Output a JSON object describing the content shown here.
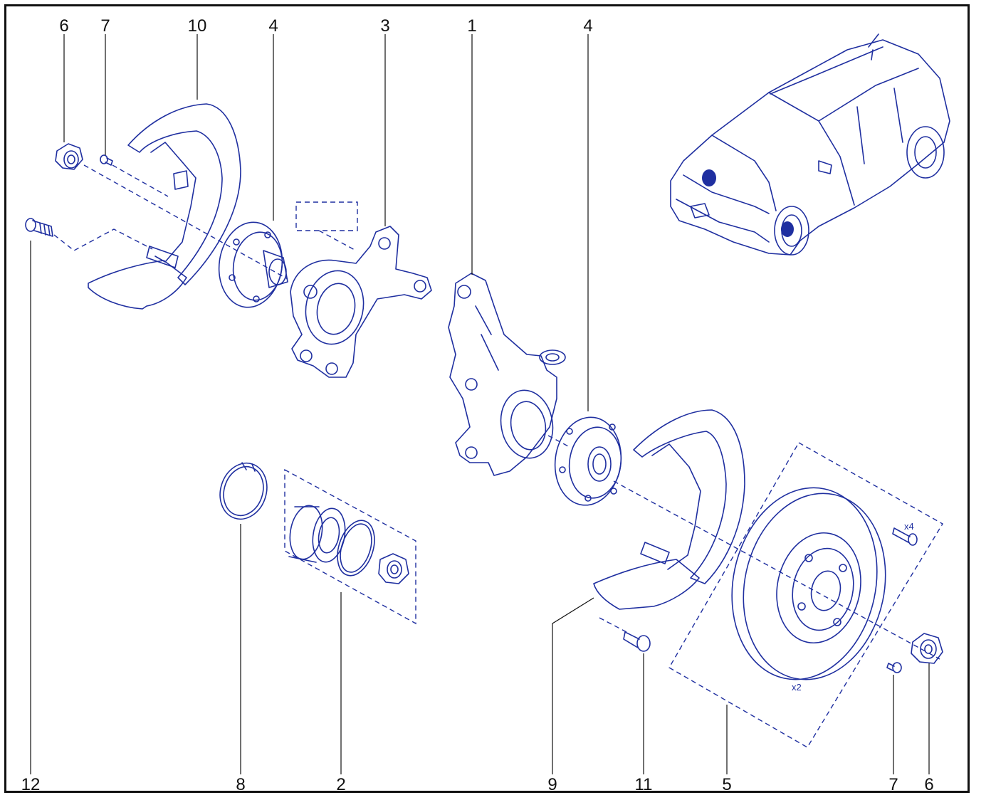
{
  "colors": {
    "line": "#1f2fa0",
    "label": "#111111",
    "fill": "#ffffff"
  },
  "callouts": {
    "c1": "1",
    "c2": "2",
    "c3": "3",
    "c4a": "4",
    "c4b": "4",
    "c5": "5",
    "c6a": "6",
    "c6b": "6",
    "c7a": "7",
    "c7b": "7",
    "c8": "8",
    "c9": "9",
    "c10": "10",
    "c11": "11",
    "c12": "12"
  },
  "notes": {
    "x4": "x4",
    "x2": "x2"
  },
  "icons": [
    "car-illustration",
    "brake-disc",
    "wheel-hub",
    "steering-knuckle",
    "dust-shield",
    "wheel-bearing",
    "circlip",
    "hub-nut",
    "bolt"
  ]
}
